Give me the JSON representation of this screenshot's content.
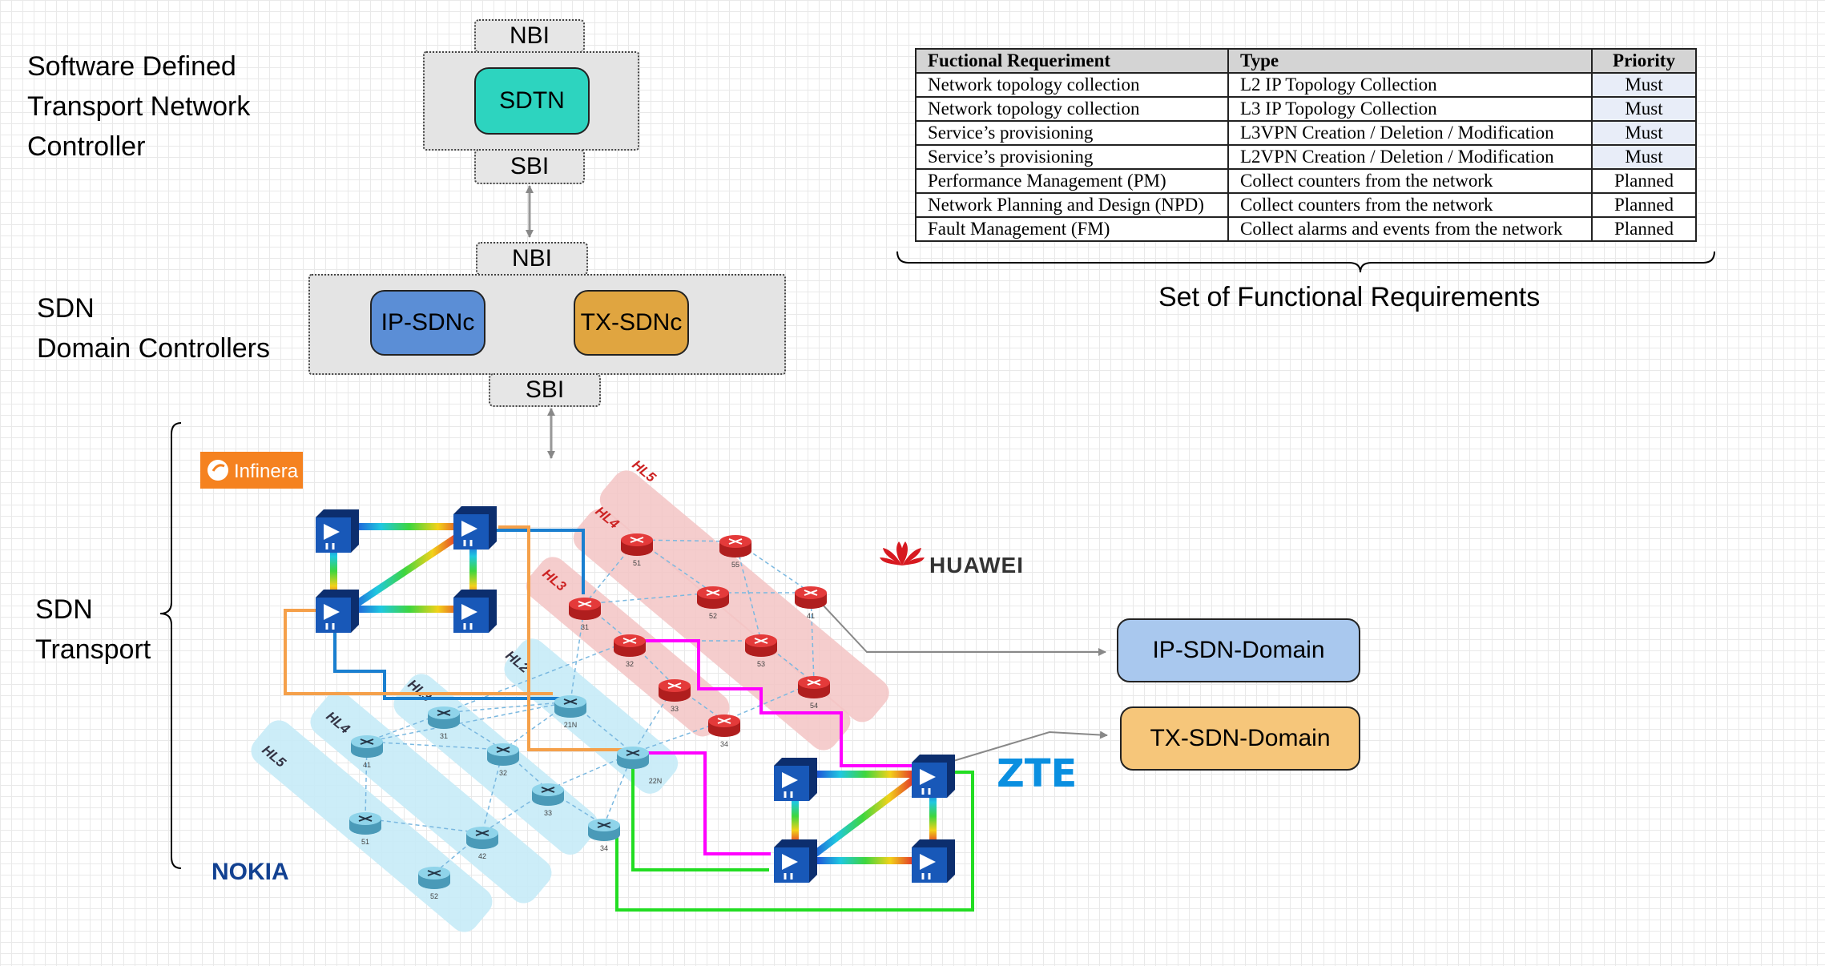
{
  "labels": {
    "sdtn_title": [
      "Software Defined",
      "Transport Network",
      "Controller"
    ],
    "domain_title": [
      "SDN",
      "Domain Controllers"
    ],
    "transport_title": [
      "SDN",
      "Transport"
    ]
  },
  "sdtn": {
    "nbi": "NBI",
    "name": "SDTN",
    "sbi": "SBI"
  },
  "domain": {
    "nbi": "NBI",
    "ip": "IP-SDNc",
    "tx": "TX-SDNc",
    "sbi": "SBI"
  },
  "targets": {
    "ip": "IP-SDN-Domain",
    "tx": "TX-SDN-Domain"
  },
  "vendors": {
    "infinera": "Infinera",
    "huawei": "HUAWEI",
    "nokia": "NOKIA",
    "zte": "ZTE"
  },
  "hierarchy": {
    "huawei": [
      "HL5",
      "HL4",
      "HL3"
    ],
    "nokia": [
      "HL5",
      "HL4",
      "HL3",
      "HL2"
    ]
  },
  "router_tags": {
    "huawei": [
      "51",
      "55",
      "52",
      "41",
      "31",
      "32",
      "53",
      "33",
      "34",
      "54"
    ],
    "nokia": [
      "21N",
      "22N",
      "31",
      "32",
      "41",
      "33",
      "51",
      "42",
      "34",
      "52"
    ]
  },
  "requirements": {
    "headers": [
      "Fuctional Requeriment",
      "Type",
      "Priority"
    ],
    "rows": [
      [
        "Network topology collection",
        "L2 IP Topology Collection",
        "Must"
      ],
      [
        "Network topology collection",
        "L3 IP Topology Collection",
        "Must"
      ],
      [
        "Service’s provisioning",
        "L3VPN Creation / Deletion / Modification",
        "Must"
      ],
      [
        "Service’s provisioning",
        "L2VPN Creation / Deletion / Modification",
        "Must"
      ],
      [
        "Performance Management (PM)",
        "Collect counters from the network",
        "Planned"
      ],
      [
        "Network Planning and Design (NPD)",
        "Collect counters from the network",
        "Planned"
      ],
      [
        "Fault Management (FM)",
        "Collect alarms and events from the network",
        "Planned"
      ]
    ],
    "caption": "Set of Functional Requirements"
  },
  "colors": {
    "sdtn": "#2dd4bf",
    "ip_sdnc": "#5b8ed6",
    "tx_sdnc": "#e0a540",
    "ip_domain": "#a9c8ee",
    "tx_domain": "#f6c67a",
    "huawei_band": "#f3c4c4",
    "nokia_band": "#c7ebf7",
    "huawei_router": "#e43a3a",
    "nokia_router": "#7fc9e2",
    "magenta_link": "#ff00ff",
    "green_link": "#22dd22",
    "orange_link": "#f5a04a",
    "blue_link": "#1a7fd0"
  }
}
